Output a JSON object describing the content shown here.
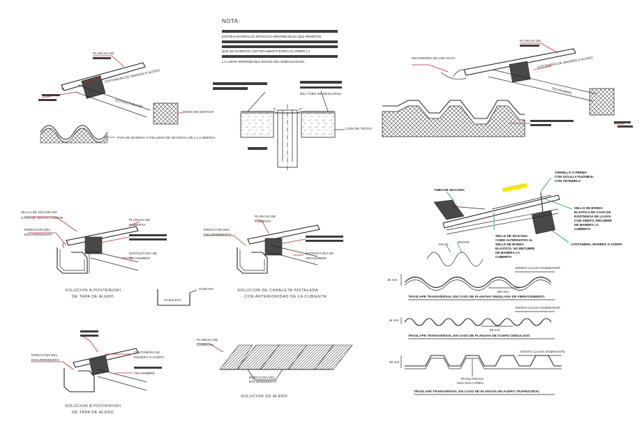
{
  "nota": {
    "title": "NOTA:",
    "lines": [
      "EXISTEN MATERIALES EPOXICOS IMPERMEABLES QUE PERMITEN",
      "QUE SE ADHIERAN CON PEGAMENTO ESPECIAL SOBRE LA",
      "LA LAMINA IMPERMEABLE ENCIMA DEL EMBALDOSADO."
    ]
  },
  "detail_top_left": {
    "plancha": "PLANCHA DE",
    "costanera": "COSTANERA DE MADERA O ACERO",
    "estructura": "ESTRUCTURA DE",
    "muro": "MURO DE EDIFICIO",
    "tapa": "TAPA DE MADERA O RELLENO DE MATERIAL DE LA CUBIERTA"
  },
  "detail_top_center": {
    "tubo": "DEL TUBO DE DESCARGA",
    "losa": "LOSA DE TECHO"
  },
  "detail_top_right": {
    "plancha": "PLANCHA DE",
    "recorrido": "RECORRIDO DE UNA GOTA",
    "costanera": "COSTANERA DE MADERA O ACERO",
    "techumbre": "TECHUMBRE"
  },
  "detail_mid_left": {
    "sello": "SELLO DE SILICON EN CASO DE VIENTO FUERTE",
    "direccion": "DIRECCION DEL ESCURRIMIENTO",
    "plancha": "PLANCHA DE CUBIERTA",
    "estructura": "ESTRUCTURA DE TECHUMBRE",
    "caption1": "SOLUCION A POSTERIORI",
    "caption2": "DE TAPA DE ALERO"
  },
  "detail_mid_center": {
    "plancha": "PLANCHA DE CUBIERTA",
    "direccion": "DIRECCION DEL ESCURRIMIENTO",
    "estructura": "ESTRUCTURA DE TECHUMBRE",
    "gancho": "GANCHO",
    "canaleta": "CANALETA",
    "caption1": "SOLUCION DE CANALETA INSTALADA",
    "caption2": "CON ANTERIORIDAD DE LA CUBIERTA"
  },
  "detail_bottom_left": {
    "direccion": "DIRECCION DEL ESCURRIMIENTO",
    "costanera": "COSTANERA DE MADERA O ACERO",
    "techumbre": "TECHUMBRE",
    "caption1": "SOLUCION A POSTERIORI",
    "caption2": "DE TAPA DE ALERO"
  },
  "detail_bottom_center": {
    "plancha": "PLANCHA DE CUBIERTA",
    "direccion": "DIRECCION DEL ESCURRIMIENTO",
    "caption": "SOLUCION DE ALERO"
  },
  "detail_right_mid": {
    "tubo": "TUBO DE SILICONA",
    "tornillo": "TORNILLO O PERNO CON GOLILLA FLEXIBLE, CON ARANDELA",
    "sello_banda": "SELLO DE BANDA ELASTICA EN CASO DE EXISTENCIA DE LLUVIA CON VIENTO, RECUBRE DE MANERA LA CUBIERTA",
    "sello_silicona": "SELLO DE SILICONA COMO ALTERNATIVA AL SELLO DE BANDA ELASTICA, NO RECUBRE DE MANERA LA CUBIERTA",
    "costanera": "COSTANERA, MADERA O ACERO",
    "valle": "VALLE",
    "monte": "MONTE"
  },
  "profiles": [
    {
      "title": "TRASLAPE TRANSVERSAL EN CASO DE PLANCHA ONDULADA DE FIBROCEMENTO",
      "label": "VIENTO LLUVIA DOMINANTE",
      "dim_h": "25 mm",
      "dim_w": "150 mm"
    },
    {
      "title": "TRASLAPE TRANSVERSAL EN CASO DE PLANCHA DE ACERO ONDULADO",
      "label": "VIENTO LLUVIA DOMINANTE",
      "dim_h": "16 mm",
      "dim_w": "80 mm"
    },
    {
      "title": "TRASLAPE TRANSVERSAL EN CASO DE PLANCHA DE ACERO TRAPEZOIDAL",
      "label": "VIENTO LLUVIA DOMINANTE",
      "dim_h": "50 mm",
      "note": "TRASLAPE EN UNA SOLA GREA"
    }
  ],
  "colors": {
    "line": "#222222",
    "leader_red": "#d31e1e",
    "leader_green": "#1a9a3a",
    "highlight": "#f3e600",
    "hatch": "#444444",
    "block_fill": "#bbbbbb"
  }
}
